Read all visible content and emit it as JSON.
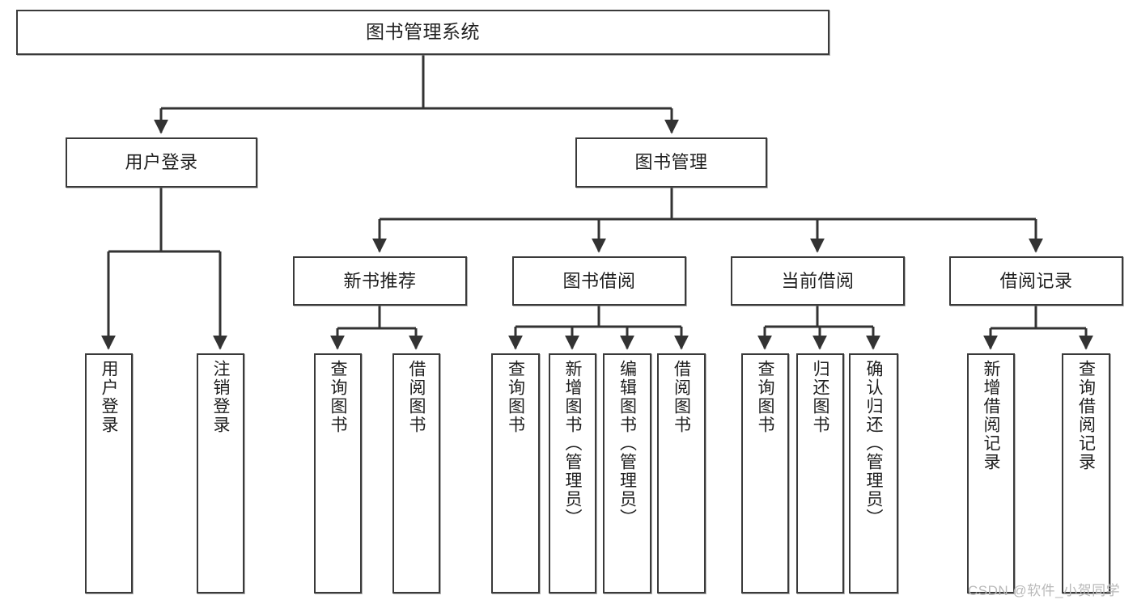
{
  "diagram": {
    "title": "图书管理系统",
    "type": "hierarchy-tree",
    "watermark": "CSDN @软件_小贺同学",
    "colors": {
      "box_border": "#3a3a3a",
      "box_fill": "#ffffff",
      "connector": "#333333",
      "text": "#1f1f1f",
      "watermark": "#b9b9b9"
    },
    "nodes": {
      "root": {
        "label": "图书管理系统"
      },
      "level2": [
        {
          "id": "user-login",
          "label": "用户登录"
        },
        {
          "id": "book-management",
          "label": "图书管理"
        }
      ],
      "level3": [
        {
          "id": "new-book-recommend",
          "label": "新书推荐"
        },
        {
          "id": "book-borrow",
          "label": "图书借阅"
        },
        {
          "id": "current-borrow",
          "label": "当前借阅"
        },
        {
          "id": "borrow-record",
          "label": "借阅记录"
        }
      ],
      "leaves": {
        "user-login": [
          {
            "id": "leaf-user-login",
            "label": "用户登录"
          },
          {
            "id": "leaf-logout-login",
            "label": "注销登录"
          }
        ],
        "new-book-recommend": [
          {
            "id": "leaf-query-book-1",
            "label": "查询图书"
          },
          {
            "id": "leaf-borrow-book-1",
            "label": "借阅图书"
          }
        ],
        "book-borrow": [
          {
            "id": "leaf-query-book-2",
            "label": "查询图书"
          },
          {
            "id": "leaf-add-book",
            "label": "新增图书（管理员）"
          },
          {
            "id": "leaf-edit-book",
            "label": "编辑图书（管理员）"
          },
          {
            "id": "leaf-borrow-book-2",
            "label": "借阅图书"
          }
        ],
        "current-borrow": [
          {
            "id": "leaf-query-book-3",
            "label": "查询图书"
          },
          {
            "id": "leaf-return-book",
            "label": "归还图书"
          },
          {
            "id": "leaf-confirm-return",
            "label": "确认归还（管理员）"
          }
        ],
        "borrow-record": [
          {
            "id": "leaf-add-record",
            "label": "新增借阅记录"
          },
          {
            "id": "leaf-query-record",
            "label": "查询借阅记录"
          }
        ]
      }
    }
  }
}
